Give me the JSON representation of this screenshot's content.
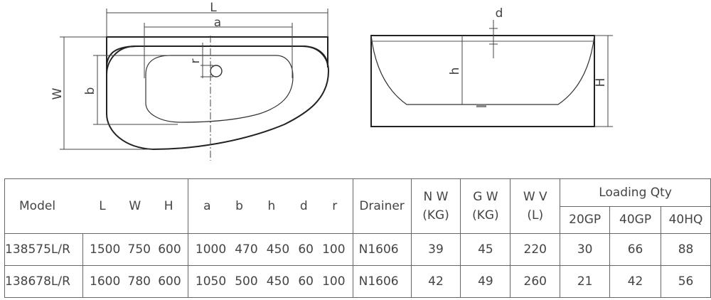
{
  "drawing": {
    "top_view_labels": {
      "L": "L",
      "a": "a",
      "W": "W",
      "b": "b",
      "r": "r"
    },
    "side_view_labels": {
      "d": "d",
      "h": "h",
      "H": "H"
    }
  },
  "table": {
    "headers": {
      "model": "Model",
      "dims_main": [
        "L",
        "W",
        "H"
      ],
      "dims_inner": [
        "a",
        "b",
        "h",
        "d",
        "r"
      ],
      "drainer": "Drainer",
      "nw": [
        "N W",
        "(KG)"
      ],
      "gw": [
        "G W",
        "(KG)"
      ],
      "wv": [
        "W V",
        "(L)"
      ],
      "loading": "Loading Qty",
      "loading_sub": [
        "20GP",
        "40GP",
        "40HQ"
      ]
    },
    "rows": [
      {
        "model": "138575L/R",
        "L": "1500",
        "W": "750",
        "H": "600",
        "a": "1000",
        "b": "470",
        "h": "450",
        "d": "60",
        "r": "100",
        "drainer": "N1606",
        "nw": "39",
        "gw": "45",
        "wv": "220",
        "q20": "30",
        "q40": "66",
        "q40hq": "88"
      },
      {
        "model": "138678L/R",
        "L": "1600",
        "W": "780",
        "H": "600",
        "a": "1050",
        "b": "500",
        "h": "450",
        "d": "60",
        "r": "100",
        "drainer": "N1606",
        "nw": "42",
        "gw": "49",
        "wv": "260",
        "q20": "21",
        "q40": "42",
        "q40hq": "56"
      }
    ]
  }
}
